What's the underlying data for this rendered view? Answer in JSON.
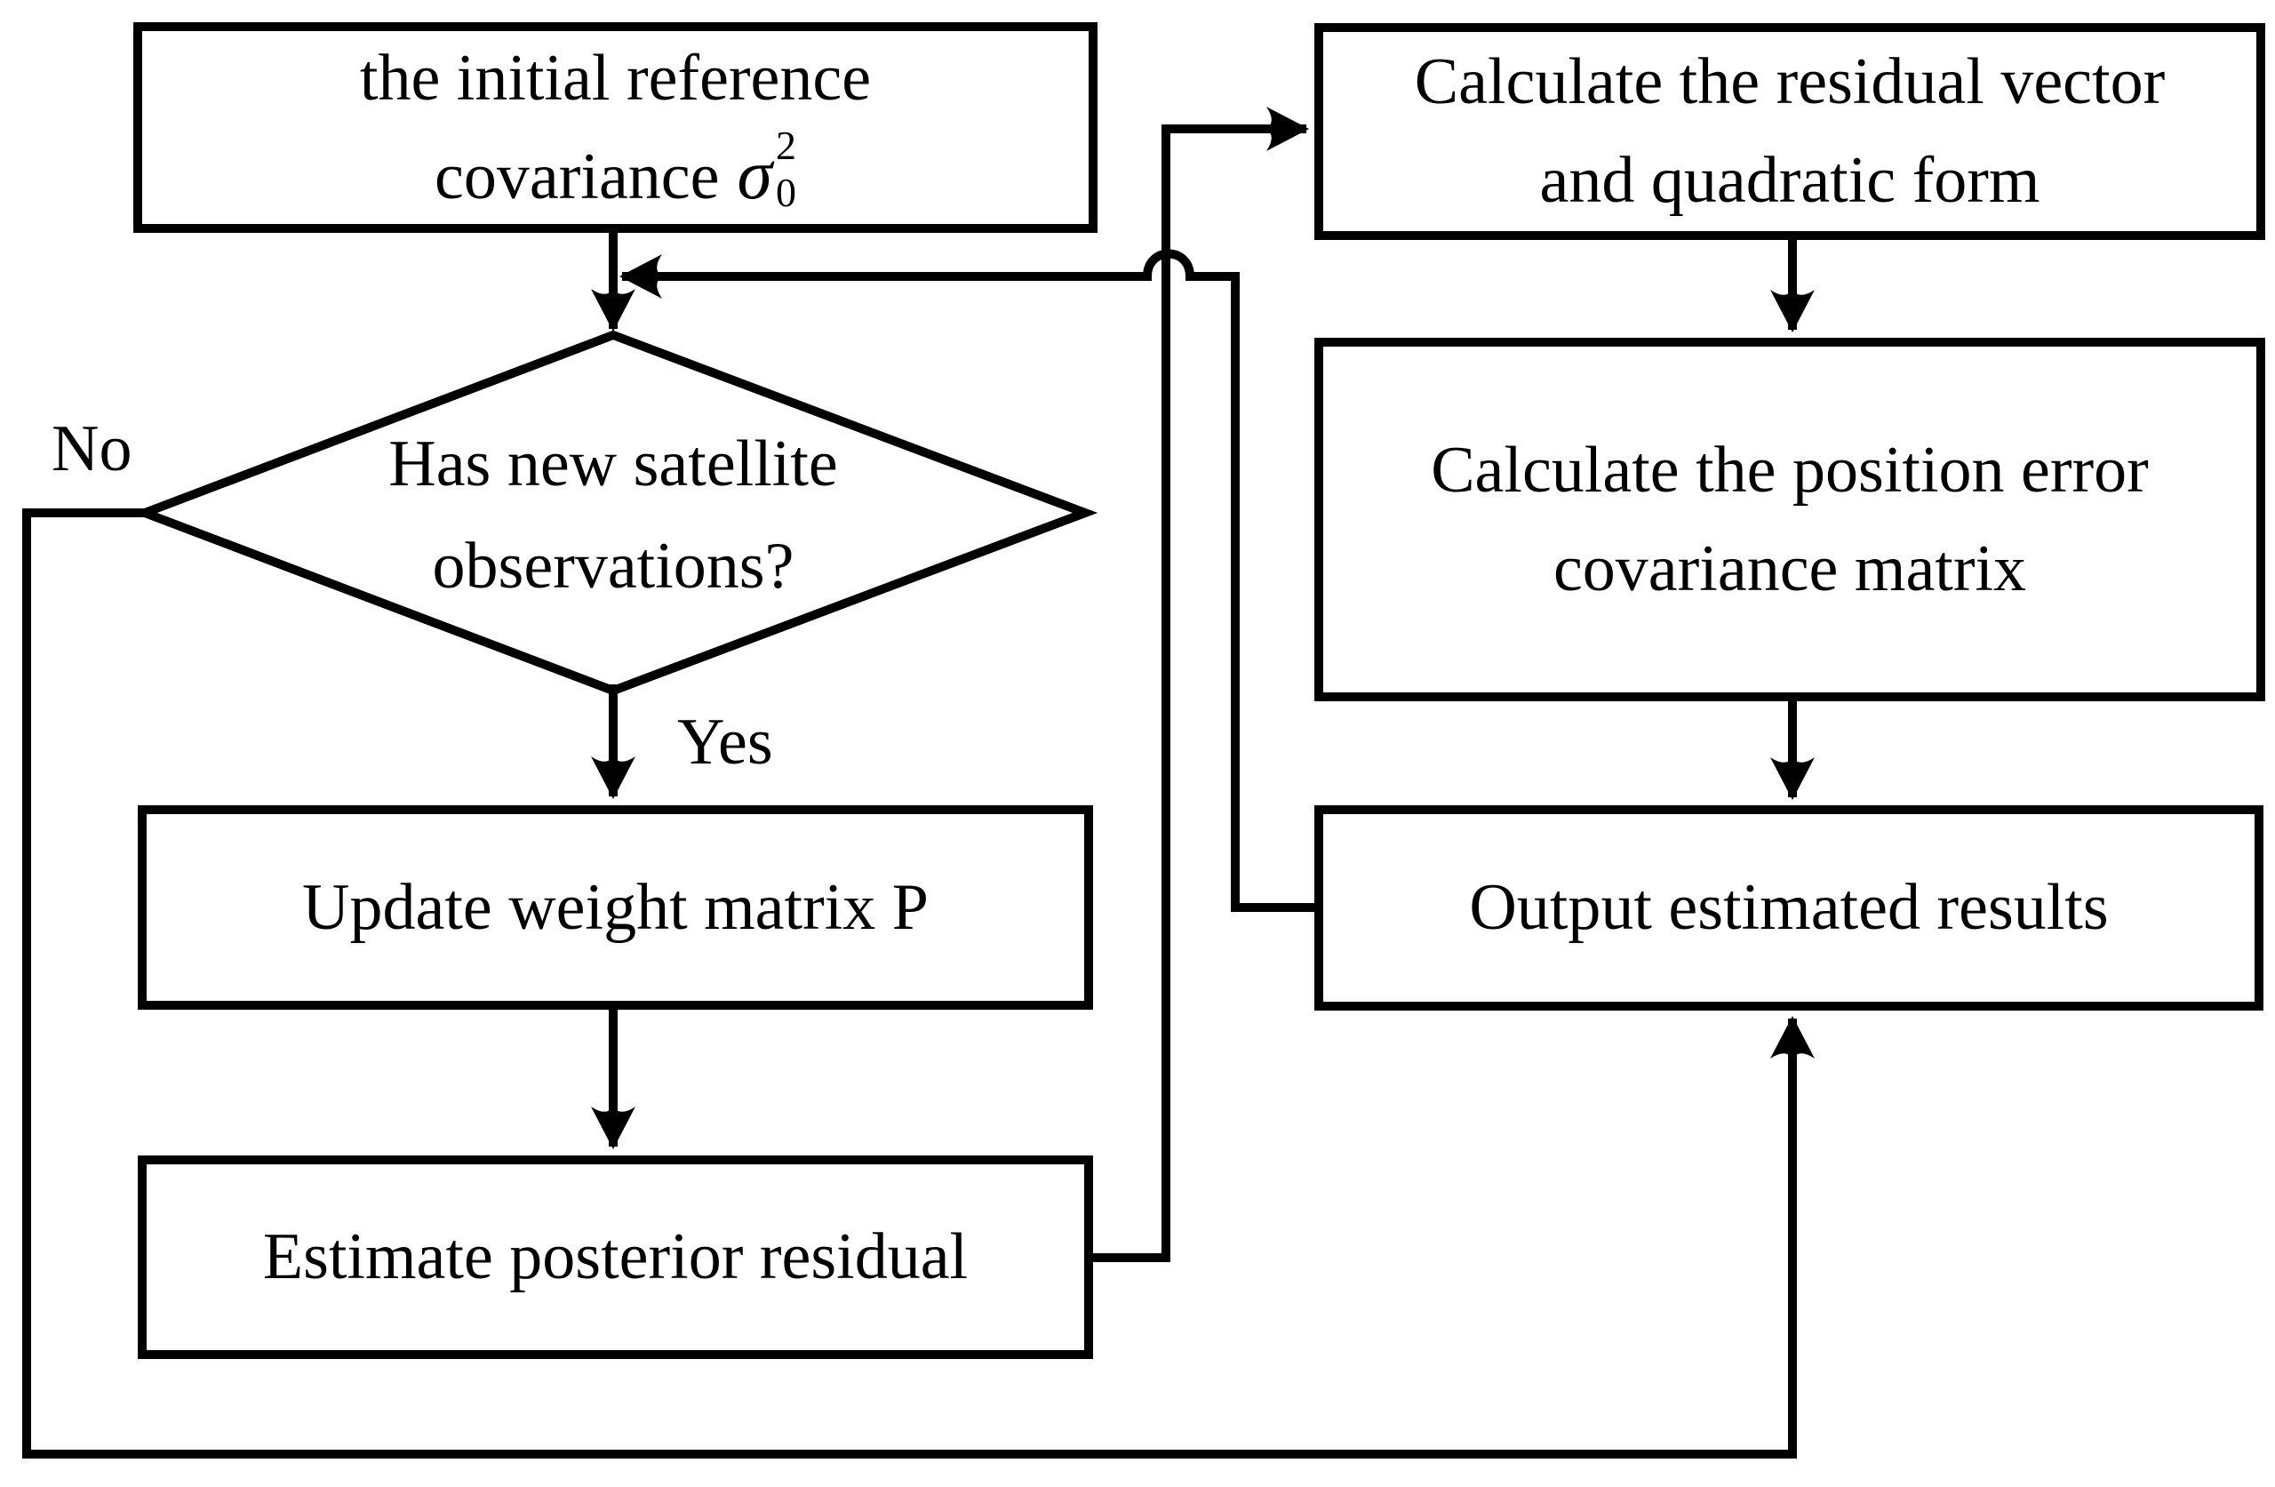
{
  "diagram": {
    "background_color": "#ffffff",
    "stroke_color": "#000000",
    "nodes": {
      "initial_covariance": {
        "line1": "the initial reference",
        "line2_text": "covariance",
        "sigma": "σ",
        "sigma_sup": "2",
        "sigma_sub": "0"
      },
      "decision": {
        "line1": "Has new satellite",
        "line2": "observations?"
      },
      "update_weight": {
        "label": "Update weight matrix P"
      },
      "estimate_residual": {
        "label": "Estimate posterior residual"
      },
      "calc_residual": {
        "line1": "Calculate the residual vector",
        "line2": "and quadratic form"
      },
      "calc_position_error": {
        "line1": "Calculate the position error",
        "line2": "covariance matrix"
      },
      "output_results": {
        "label": "Output estimated results"
      }
    },
    "edge_labels": {
      "yes": "Yes",
      "no": "No"
    }
  }
}
